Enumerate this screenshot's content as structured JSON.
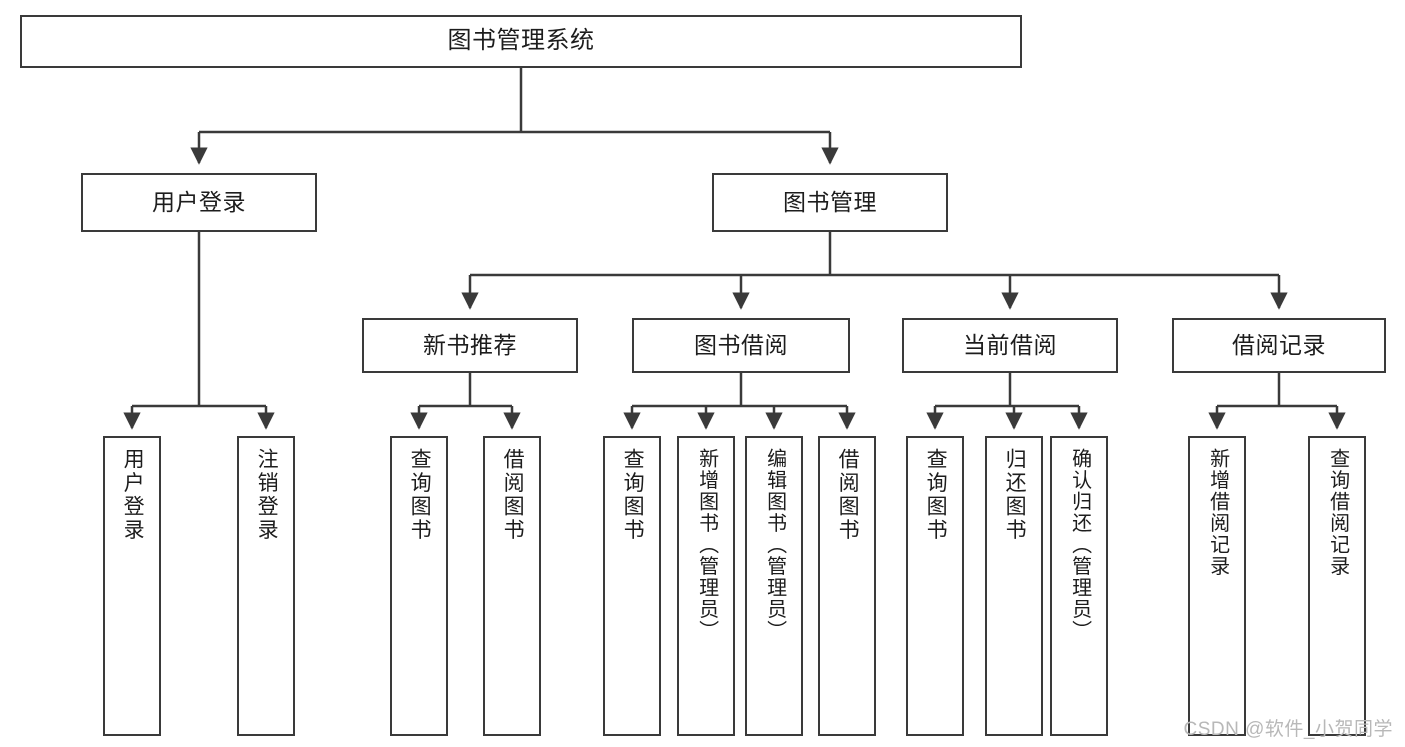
{
  "diagram": {
    "title": "图书管理系统",
    "type": "功能结构图",
    "stroke_color": "#3a3a3a",
    "background_color": "#ffffff",
    "watermark": "CSDN @软件_小贺同学"
  },
  "nodes": {
    "root": {
      "label": "图书管理系统"
    },
    "level2": [
      {
        "label": "用户登录"
      },
      {
        "label": "图书管理"
      }
    ],
    "level3": [
      {
        "label": "新书推荐"
      },
      {
        "label": "图书借阅"
      },
      {
        "label": "当前借阅"
      },
      {
        "label": "借阅记录"
      }
    ],
    "leaves": {
      "user_login": [
        {
          "label": "用户登录"
        },
        {
          "label": "注销登录"
        }
      ],
      "new_book_recommend": [
        {
          "label": "查询图书"
        },
        {
          "label": "借阅图书"
        }
      ],
      "book_borrow": [
        {
          "label": "查询图书"
        },
        {
          "label": "新增图书（管理员）"
        },
        {
          "label": "编辑图书（管理员）"
        },
        {
          "label": "借阅图书"
        }
      ],
      "current_borrow": [
        {
          "label": "查询图书"
        },
        {
          "label": "归还图书"
        },
        {
          "label": "确认归还（管理员）"
        }
      ],
      "borrow_record": [
        {
          "label": "新增借阅记录"
        },
        {
          "label": "查询借阅记录"
        }
      ]
    }
  }
}
